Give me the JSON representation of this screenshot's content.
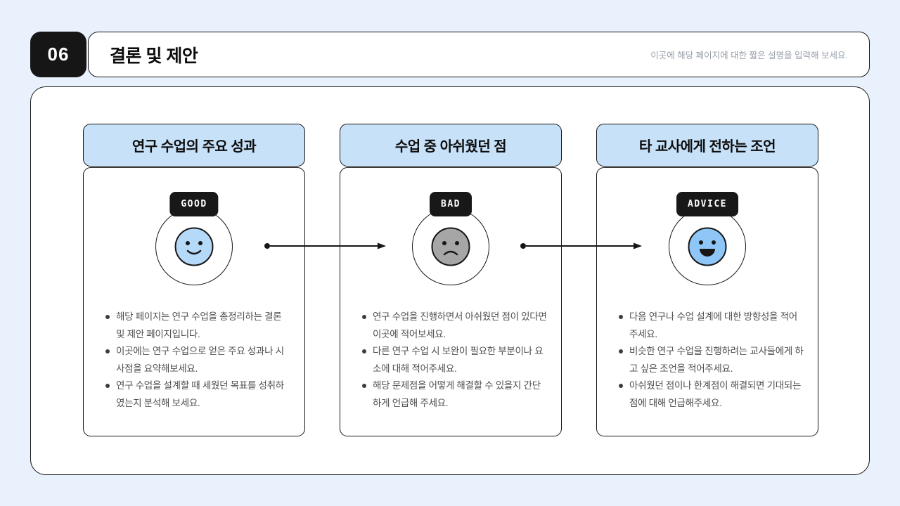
{
  "header": {
    "page_number": "06",
    "title": "결론 및 제안",
    "description": "이곳에 해당 페이지에 대한 짧은 설명을 입력해 보세요."
  },
  "cards": [
    {
      "title": "연구 수업의 주요 성과",
      "badge": "GOOD",
      "icon": "smile-face-icon",
      "face_color": "#b5d9f8",
      "bullets": [
        "해당 페이지는 연구 수업을 총정리하는 결론 및 제안 페이지입니다.",
        "이곳에는 연구 수업으로 얻은 주요 성과나 시사점을 요약해보세요.",
        "연구 수업을 설계할 때 세웠던 목표를 성취하였는지 분석해 보세요."
      ]
    },
    {
      "title": "수업 중 아쉬웠던 점",
      "badge": "BAD",
      "icon": "sad-face-icon",
      "face_color": "#a6a6a6",
      "bullets": [
        "연구 수업을 진행하면서 아쉬웠던 점이 있다면 이곳에 적어보세요.",
        "다른 연구 수업 시 보완이 필요한 부분이나 요소에 대해 적어주세요.",
        "해당 문제점을 어떻게 해결할 수 있을지 간단하게 언급해 주세요."
      ]
    },
    {
      "title": "타 교사에게 전하는 조언",
      "badge": "ADVICE",
      "icon": "grin-face-icon",
      "face_color": "#8ec7f7",
      "bullets": [
        "다음 연구나 수업 설계에 대한 방향성을 적어주세요.",
        "비슷한 연구 수업을 진행하려는 교사들에게 하고 싶은 조언을 적어주세요.",
        "아쉬웠던 점이나 한계점이 해결되면 기대되는 점에 대해 언급해주세요."
      ]
    }
  ],
  "colors": {
    "background": "#e9f1fc",
    "card_header": "#c7e1f9",
    "border": "#161616",
    "badge_bg": "#181818",
    "body_text": "#4e4e4e"
  }
}
